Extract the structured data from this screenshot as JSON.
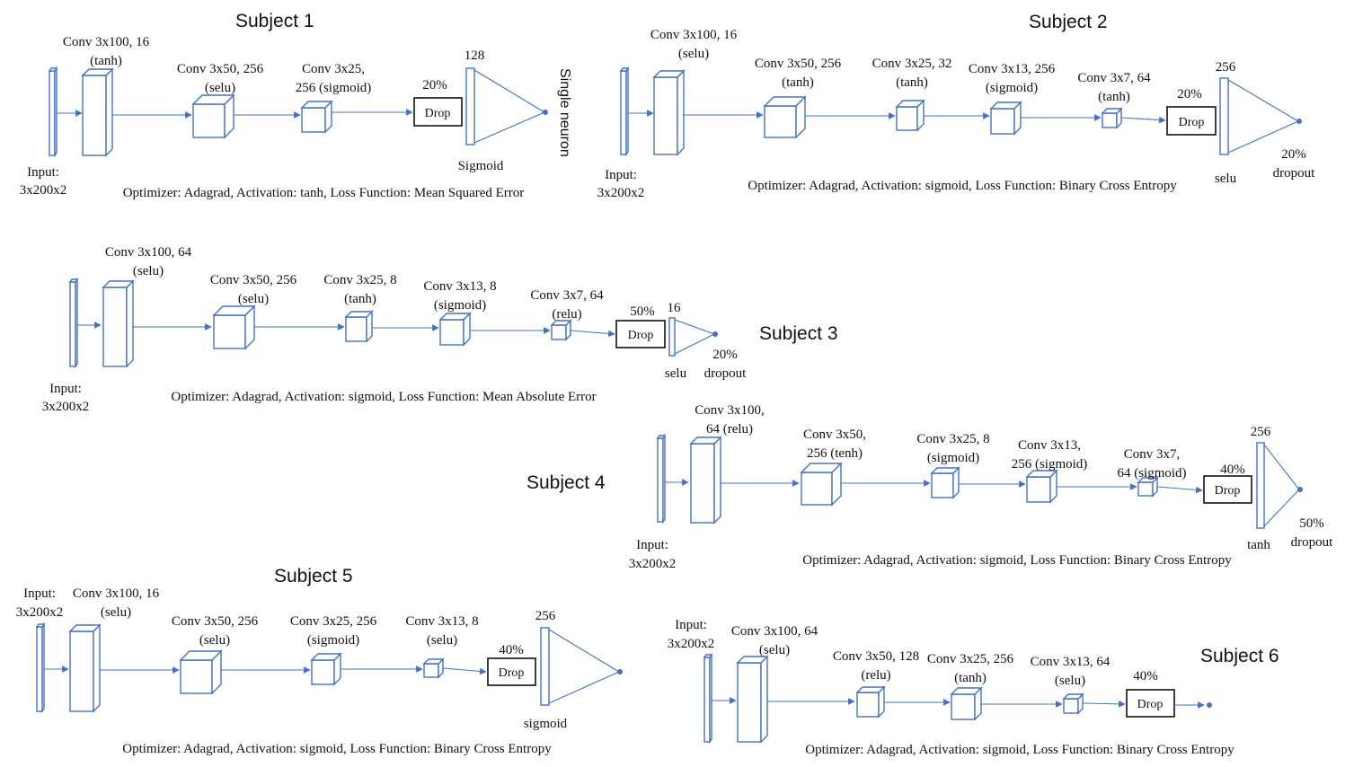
{
  "accent_color": "#4472c4",
  "subjects": [
    {
      "title": "Subject 1",
      "input_label": "Input:",
      "input_shape": "3x200x2",
      "conv_layers": [
        {
          "line1": "Conv 3x100, 16",
          "line2": "(tanh)"
        },
        {
          "line1": "Conv 3x50, 256",
          "line2": "(selu)"
        },
        {
          "line1": "Conv 3x25,",
          "line2": "256 (sigmoid)"
        }
      ],
      "dropout_rate": "20%",
      "drop_label": "Drop",
      "dense_units": "128",
      "dense_activation": "Sigmoid",
      "output_label": "Single neuron",
      "output_dropout": "",
      "output_dropout_word": "",
      "summary": "Optimizer: Adagrad, Activation: tanh, Loss Function: Mean Squared Error"
    },
    {
      "title": "Subject 2",
      "input_label": "Input:",
      "input_shape": "3x200x2",
      "conv_layers": [
        {
          "line1": "Conv 3x100, 16",
          "line2": "(selu)"
        },
        {
          "line1": "Conv 3x50, 256",
          "line2": "(tanh)"
        },
        {
          "line1": "Conv 3x25, 32",
          "line2": "(tanh)"
        },
        {
          "line1": "Conv 3x13, 256",
          "line2": "(sigmoid)"
        },
        {
          "line1": "Conv 3x7, 64",
          "line2": "(tanh)"
        }
      ],
      "dropout_rate": "20%",
      "drop_label": "Drop",
      "dense_units": "256",
      "dense_activation": "selu",
      "output_label": "",
      "output_dropout": "20%",
      "output_dropout_word": "dropout",
      "summary": "Optimizer: Adagrad, Activation: sigmoid, Loss Function: Binary Cross Entropy"
    },
    {
      "title": "Subject 3",
      "input_label": "Input:",
      "input_shape": "3x200x2",
      "conv_layers": [
        {
          "line1": "Conv 3x100, 64",
          "line2": "(selu)"
        },
        {
          "line1": "Conv 3x50, 256",
          "line2": "(selu)"
        },
        {
          "line1": "Conv 3x25, 8",
          "line2": "(tanh)"
        },
        {
          "line1": "Conv 3x13, 8",
          "line2": "(sigmoid)"
        },
        {
          "line1": "Conv 3x7, 64",
          "line2": "(relu)"
        }
      ],
      "dropout_rate": "50%",
      "drop_label": "Drop",
      "dense_units": "16",
      "dense_activation": "selu",
      "output_label": "",
      "output_dropout": "20%",
      "output_dropout_word": "dropout",
      "summary": "Optimizer: Adagrad, Activation: sigmoid, Loss Function: Mean Absolute Error"
    },
    {
      "title": "Subject 4",
      "input_label": "Input:",
      "input_shape": "3x200x2",
      "conv_layers": [
        {
          "line1": "Conv 3x100,",
          "line2": "64 (relu)"
        },
        {
          "line1": "Conv 3x50,",
          "line2": "256 (tenh)"
        },
        {
          "line1": "Conv 3x25, 8",
          "line2": "(sigmoid)"
        },
        {
          "line1": "Conv 3x13,",
          "line2": "256 (sigmoid)"
        },
        {
          "line1": "Conv 3x7,",
          "line2": "64 (sigmoid)"
        }
      ],
      "dropout_rate": "40%",
      "drop_label": "Drop",
      "dense_units": "256",
      "dense_activation": "tanh",
      "output_label": "",
      "output_dropout": "50%",
      "output_dropout_word": "dropout",
      "summary": "Optimizer: Adagrad, Activation: sigmoid, Loss Function: Binary Cross Entropy"
    },
    {
      "title": "Subject 5",
      "input_label": "Input:",
      "input_shape": "3x200x2",
      "conv_layers": [
        {
          "line1": "Conv 3x100, 16",
          "line2": "(selu)"
        },
        {
          "line1": "Conv 3x50, 256",
          "line2": "(selu)"
        },
        {
          "line1": "Conv 3x25, 256",
          "line2": "(sigmoid)"
        },
        {
          "line1": "Conv 3x13, 8",
          "line2": "(selu)"
        }
      ],
      "dropout_rate": "40%",
      "drop_label": "Drop",
      "dense_units": "256",
      "dense_activation": "sigmoid",
      "output_label": "",
      "output_dropout": "",
      "output_dropout_word": "",
      "summary": "Optimizer: Adagrad, Activation: sigmoid, Loss Function: Binary Cross Entropy"
    },
    {
      "title": "Subject 6",
      "input_label": "Input:",
      "input_shape": "3x200x2",
      "conv_layers": [
        {
          "line1": "Conv 3x100, 64",
          "line2": "(selu)"
        },
        {
          "line1": "Conv 3x50, 128",
          "line2": "(relu)"
        },
        {
          "line1": "Conv 3x25, 256",
          "line2": "(tanh)"
        },
        {
          "line1": "Conv 3x13, 64",
          "line2": "(selu)"
        }
      ],
      "dropout_rate": "40%",
      "drop_label": "Drop",
      "dense_units": "",
      "dense_activation": "",
      "output_label": "",
      "output_dropout": "",
      "output_dropout_word": "",
      "summary": "Optimizer: Adagrad, Activation: sigmoid, Loss Function: Binary Cross Entropy"
    }
  ]
}
